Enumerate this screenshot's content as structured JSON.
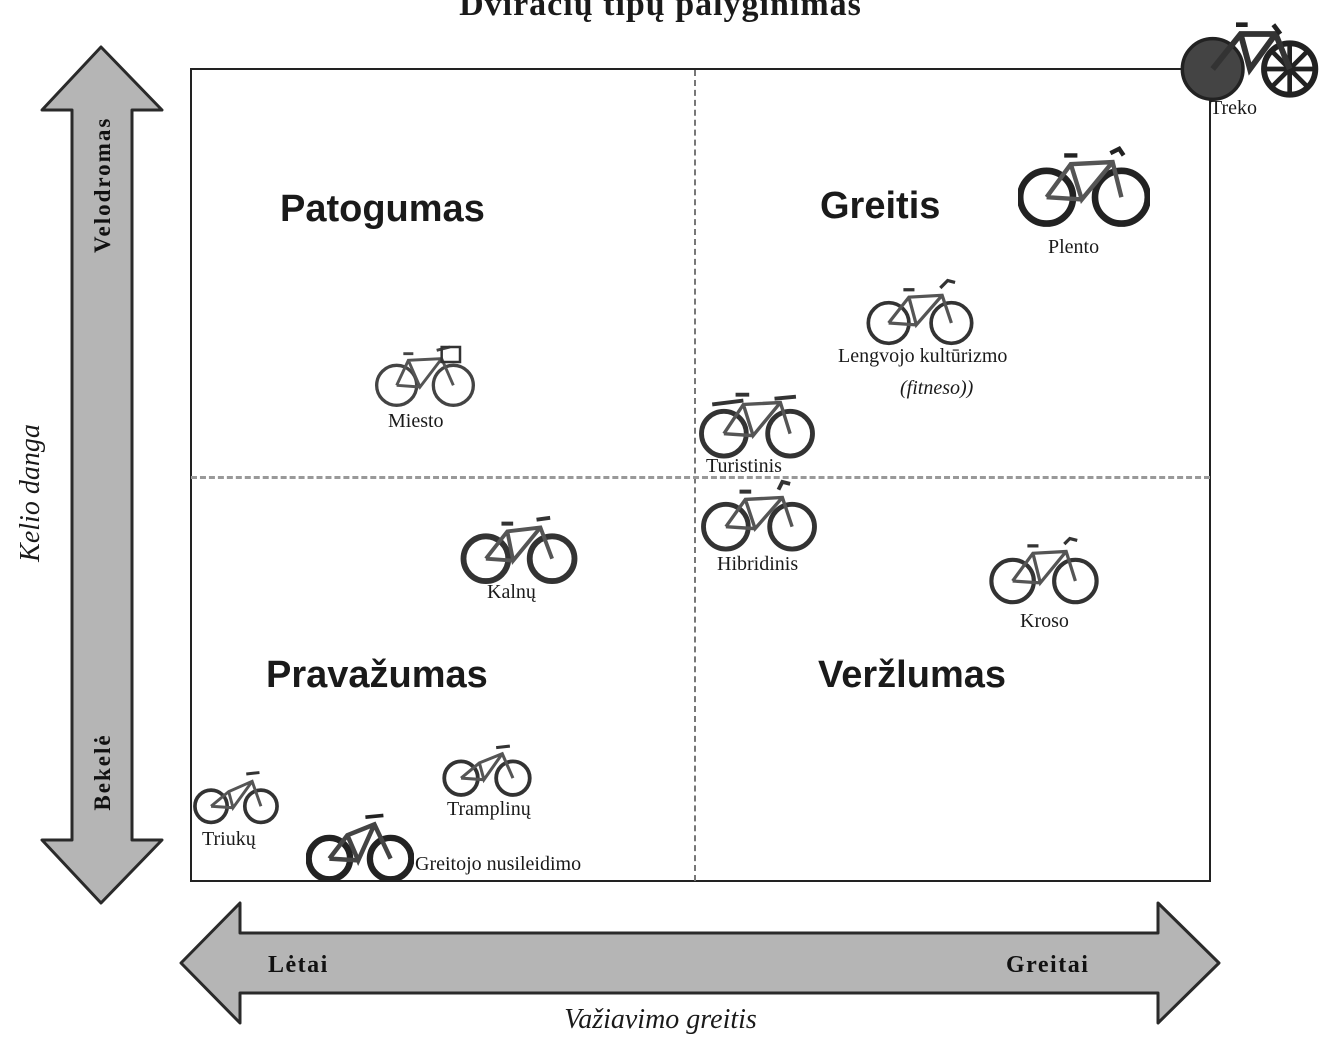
{
  "title": "Dviračių tipų palyginimas",
  "axes": {
    "x_title": "Važiavimo greitis",
    "x_low": "Lėtai",
    "x_high": "Greitai",
    "y_title": "Kelio danga",
    "y_high": "Velodromas",
    "y_low": "Bekelė"
  },
  "quadrants": {
    "top_left": "Patogumas",
    "top_right": "Greitis",
    "bottom_left": "Pravažumas",
    "bottom_right": "Veržlumas"
  },
  "bikes": {
    "treko": "Treko",
    "plento": "Plento",
    "lengvojo_line1": "Lengvojo kultūrizmo",
    "lengvojo_line2": "(fitneso))",
    "miesto": "Miesto",
    "turistinis": "Turistinis",
    "hibridinis": "Hibridinis",
    "kalnu": "Kalnų",
    "kroso": "Kroso",
    "tramplinu": "Tramplinų",
    "triuku": "Triukų",
    "greitojo": "Greitojo nusileidimo"
  },
  "colors": {
    "arrow_fill": "#b5b5b5",
    "arrow_stroke": "#2a2a2a",
    "frame": "#222222",
    "grid_dash": "#999999"
  }
}
